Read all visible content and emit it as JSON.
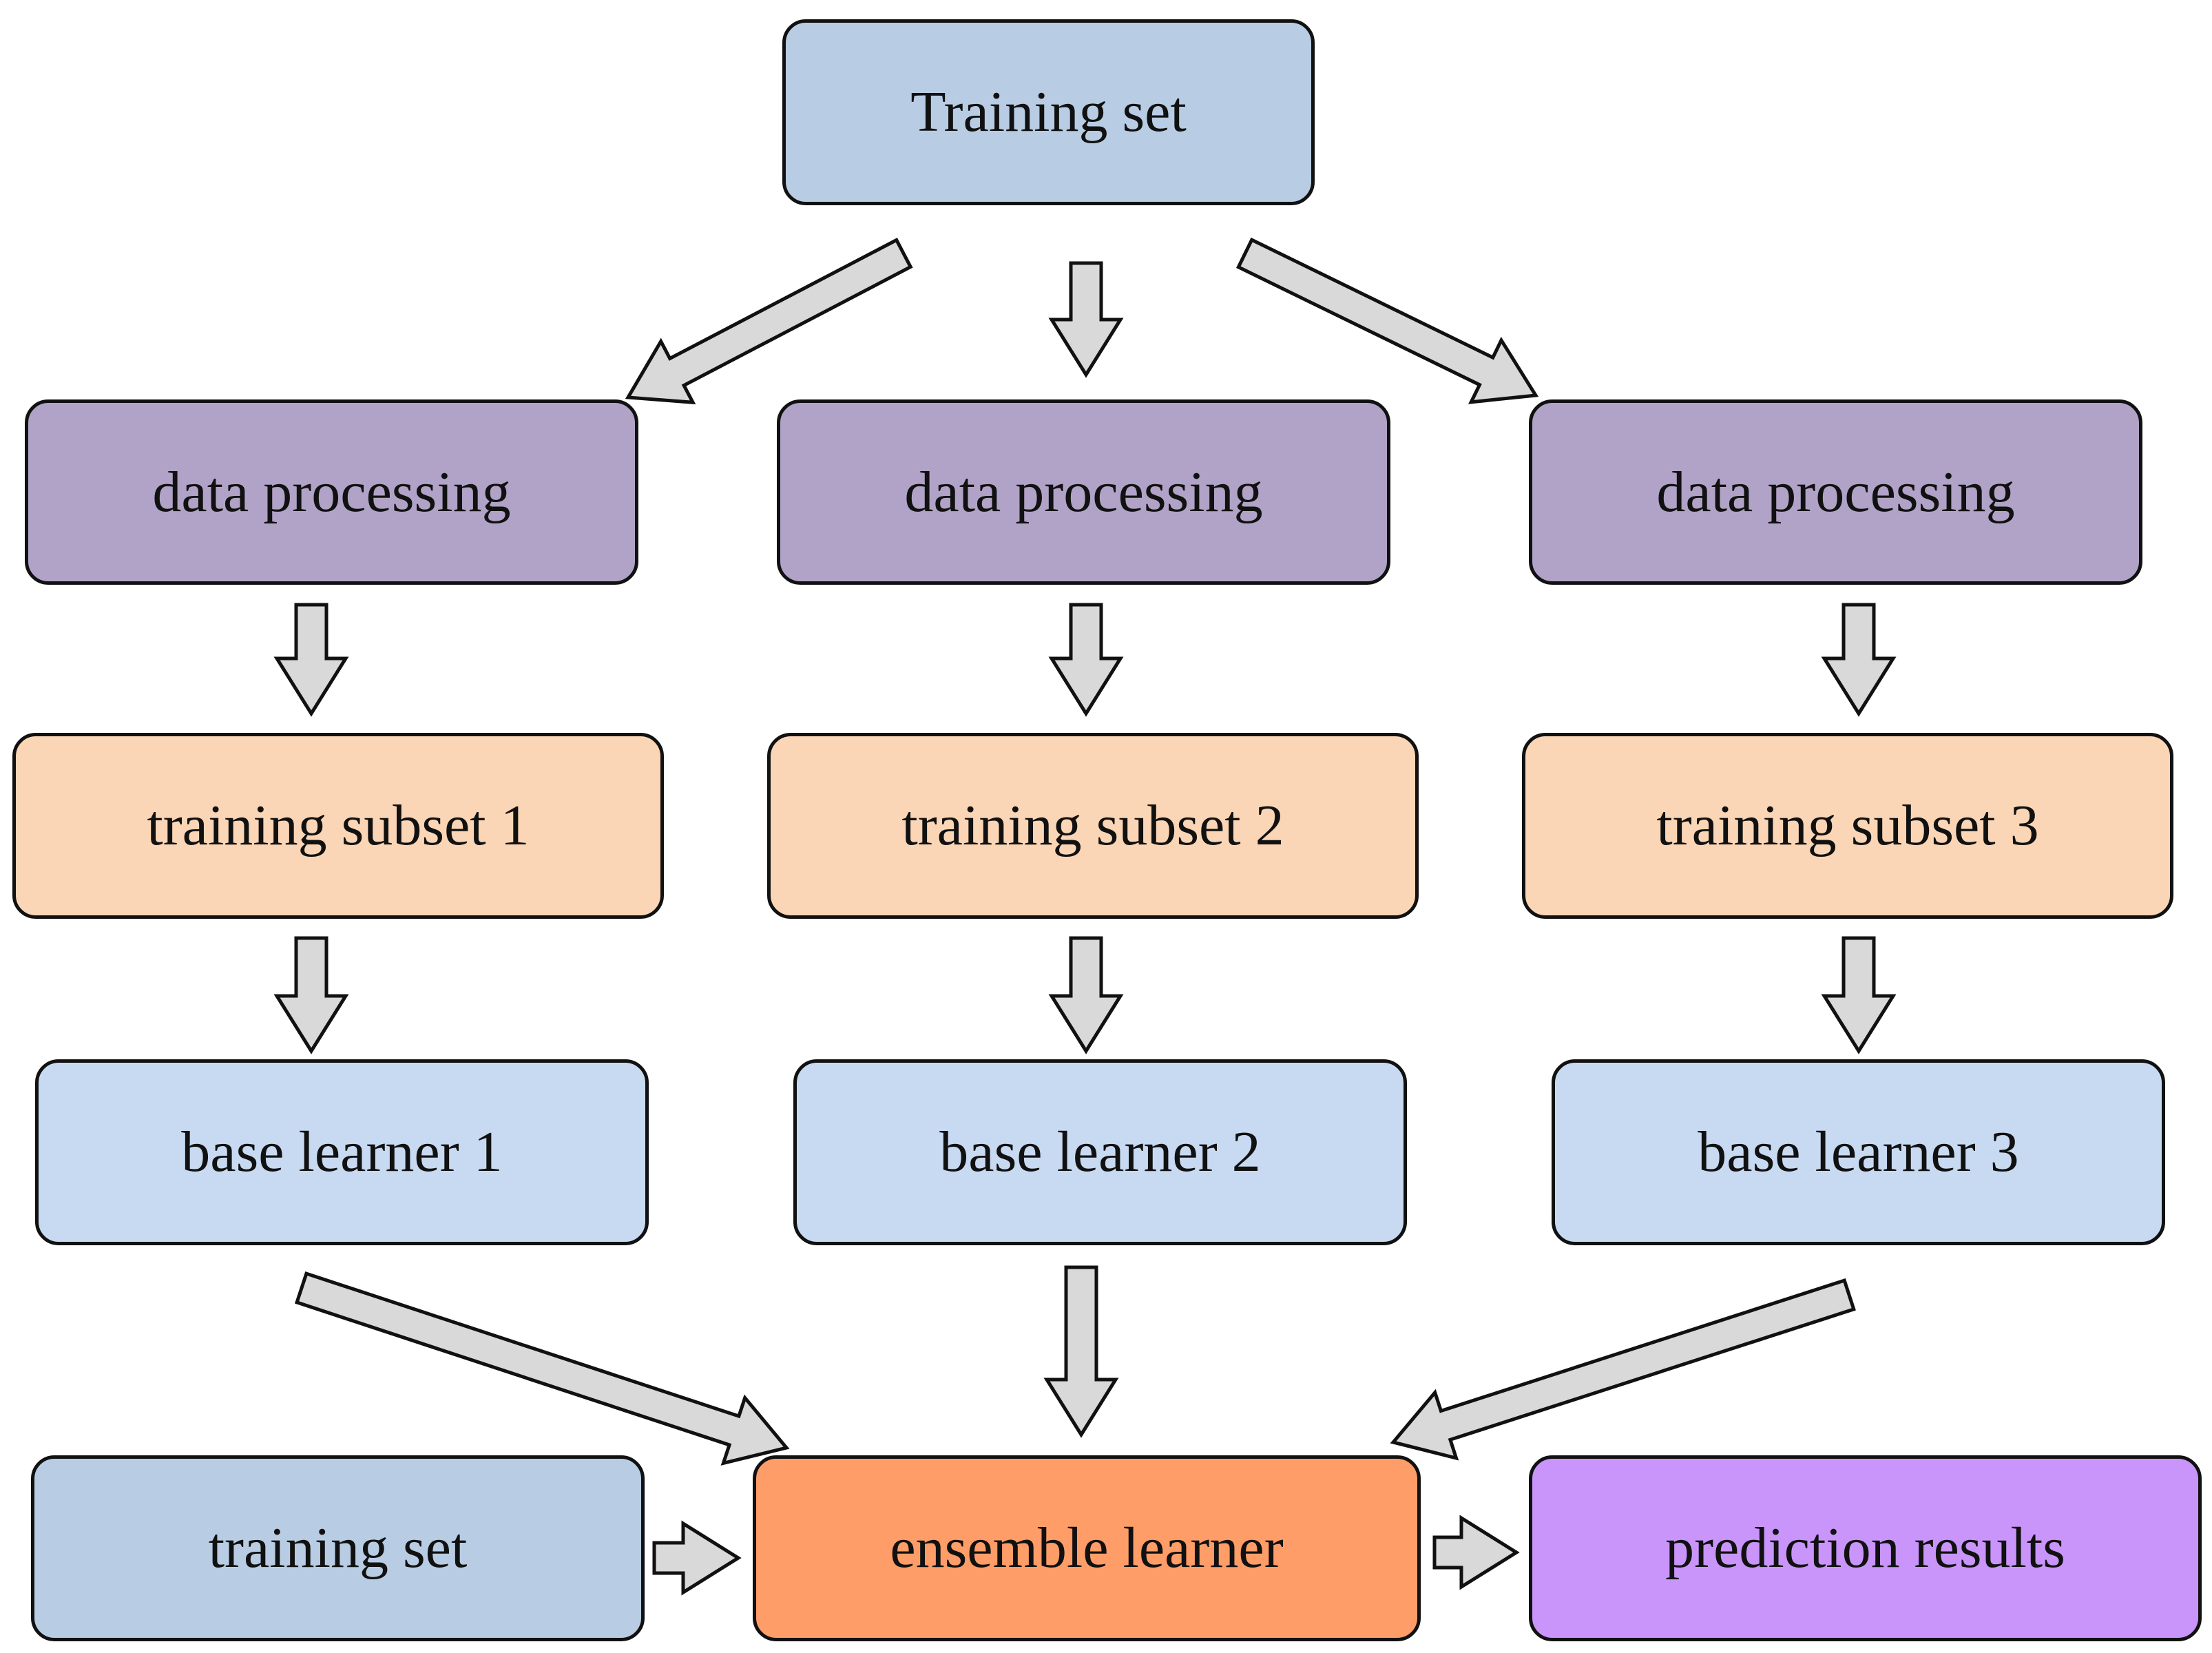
{
  "colors": {
    "training_set": "#b8cde4",
    "data_processing": "#b1a3c7",
    "training_subset": "#fad6b6",
    "base_learner": "#c8daf1",
    "ensemble_learner": "#ff9d68",
    "prediction_results": "#c995fa",
    "arrow_fill": "#d9d9d9",
    "outline": "#111111"
  },
  "nodes": {
    "top_training_set": "Training set",
    "data_processing_1": "data processing",
    "data_processing_2": "data processing",
    "data_processing_3": "data processing",
    "training_subset_1": "training subset 1",
    "training_subset_2": "training subset 2",
    "training_subset_3": "training subset 3",
    "base_learner_1": "base learner 1",
    "base_learner_2": "base learner 2",
    "base_learner_3": "base learner 3",
    "training_set": "training set",
    "ensemble_learner": "ensemble learner",
    "prediction_results": "prediction results"
  },
  "edges": [
    {
      "from": "top_training_set",
      "to": "data_processing_1"
    },
    {
      "from": "top_training_set",
      "to": "data_processing_2"
    },
    {
      "from": "top_training_set",
      "to": "data_processing_3"
    },
    {
      "from": "data_processing_1",
      "to": "training_subset_1"
    },
    {
      "from": "data_processing_2",
      "to": "training_subset_2"
    },
    {
      "from": "data_processing_3",
      "to": "training_subset_3"
    },
    {
      "from": "training_subset_1",
      "to": "base_learner_1"
    },
    {
      "from": "training_subset_2",
      "to": "base_learner_2"
    },
    {
      "from": "training_subset_3",
      "to": "base_learner_3"
    },
    {
      "from": "base_learner_1",
      "to": "ensemble_learner"
    },
    {
      "from": "base_learner_2",
      "to": "ensemble_learner"
    },
    {
      "from": "base_learner_3",
      "to": "ensemble_learner"
    },
    {
      "from": "training_set",
      "to": "ensemble_learner"
    },
    {
      "from": "ensemble_learner",
      "to": "prediction_results"
    }
  ]
}
